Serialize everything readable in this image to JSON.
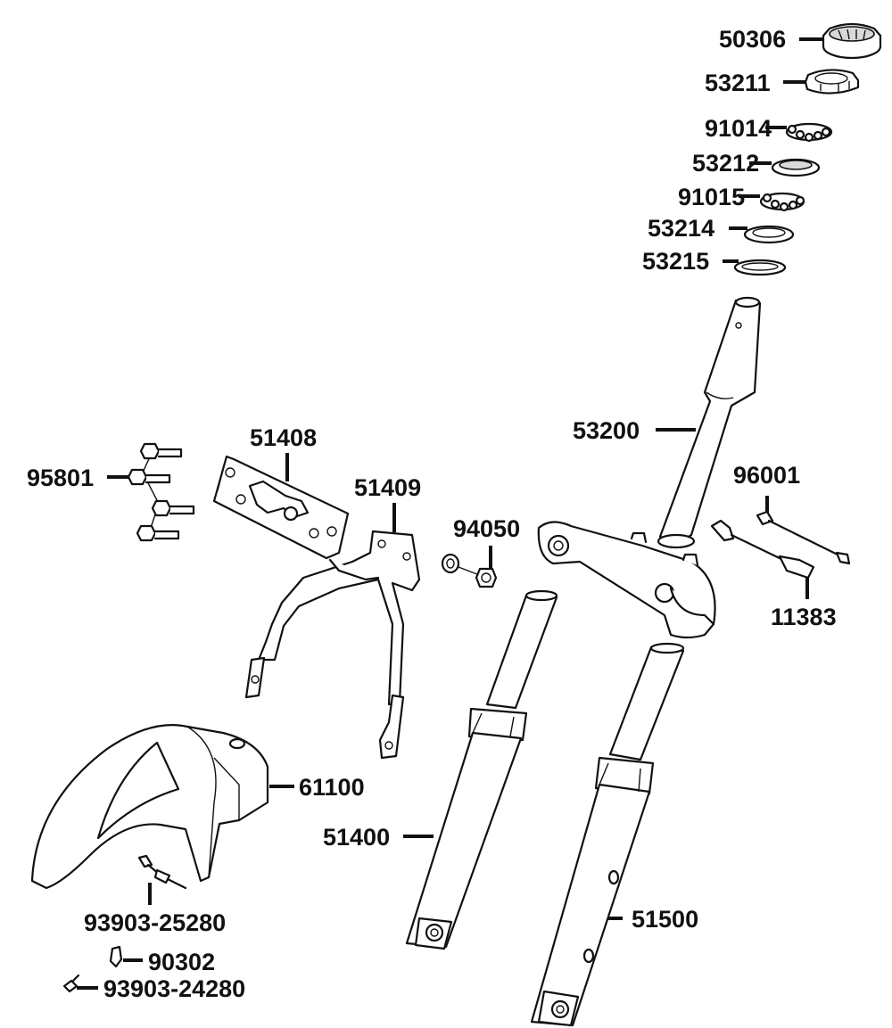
{
  "diagram": {
    "colors": {
      "line": "#111111",
      "background": "#ffffff",
      "shade": "#d9d9d9"
    },
    "parts": [
      {
        "id": "p50306",
        "number": "50306",
        "name": "top nut"
      },
      {
        "id": "p53211",
        "number": "53211",
        "name": "lock nut"
      },
      {
        "id": "p91014",
        "number": "91014",
        "name": "upper ball race"
      },
      {
        "id": "p53212",
        "number": "53212",
        "name": "upper cone"
      },
      {
        "id": "p91015",
        "number": "91015",
        "name": "lower ball race"
      },
      {
        "id": "p53214",
        "number": "53214",
        "name": "lower cone"
      },
      {
        "id": "p53215",
        "number": "53215",
        "name": "dust seal"
      },
      {
        "id": "p53200",
        "number": "53200",
        "name": "steering stem"
      },
      {
        "id": "p96001",
        "number": "96001",
        "name": "bolt"
      },
      {
        "id": "p11383",
        "number": "11383",
        "name": "clamp"
      },
      {
        "id": "p51408",
        "number": "51408",
        "name": "bracket plate"
      },
      {
        "id": "p51409",
        "number": "51409",
        "name": "fender stay"
      },
      {
        "id": "p95801",
        "number": "95801",
        "name": "flange bolts"
      },
      {
        "id": "p94050",
        "number": "94050",
        "name": "nut"
      },
      {
        "id": "p61100",
        "number": "61100",
        "name": "front fender"
      },
      {
        "id": "p51400",
        "number": "51400",
        "name": "left fork leg"
      },
      {
        "id": "p51500",
        "number": "51500",
        "name": "right fork leg"
      },
      {
        "id": "p93903-25280",
        "number": "93903-25280",
        "name": "screw"
      },
      {
        "id": "p90302",
        "number": "90302",
        "name": "clip"
      },
      {
        "id": "p93903-24280",
        "number": "93903-24280",
        "name": "screw"
      }
    ]
  }
}
